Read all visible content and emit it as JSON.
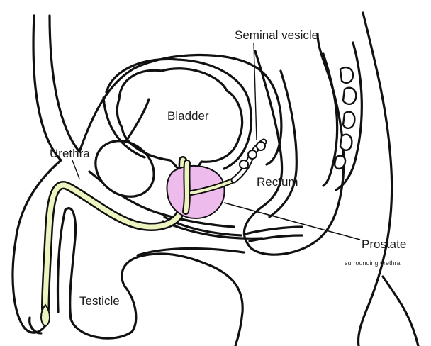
{
  "labels": {
    "seminal_vesicle": "Seminal vesicle",
    "bladder": "Bladder",
    "urethra": "Urethra",
    "rectum": "Rectum",
    "prostate": "Prostate",
    "prostate_note": "surrounding urethra",
    "testicle": "Testicle"
  },
  "colors": {
    "bladder_fill": "#e8f0b0",
    "urethra_fill": "#eef4c0",
    "prostate_fill": "#eebcec",
    "outline": "#111111",
    "background": "#ffffff"
  }
}
